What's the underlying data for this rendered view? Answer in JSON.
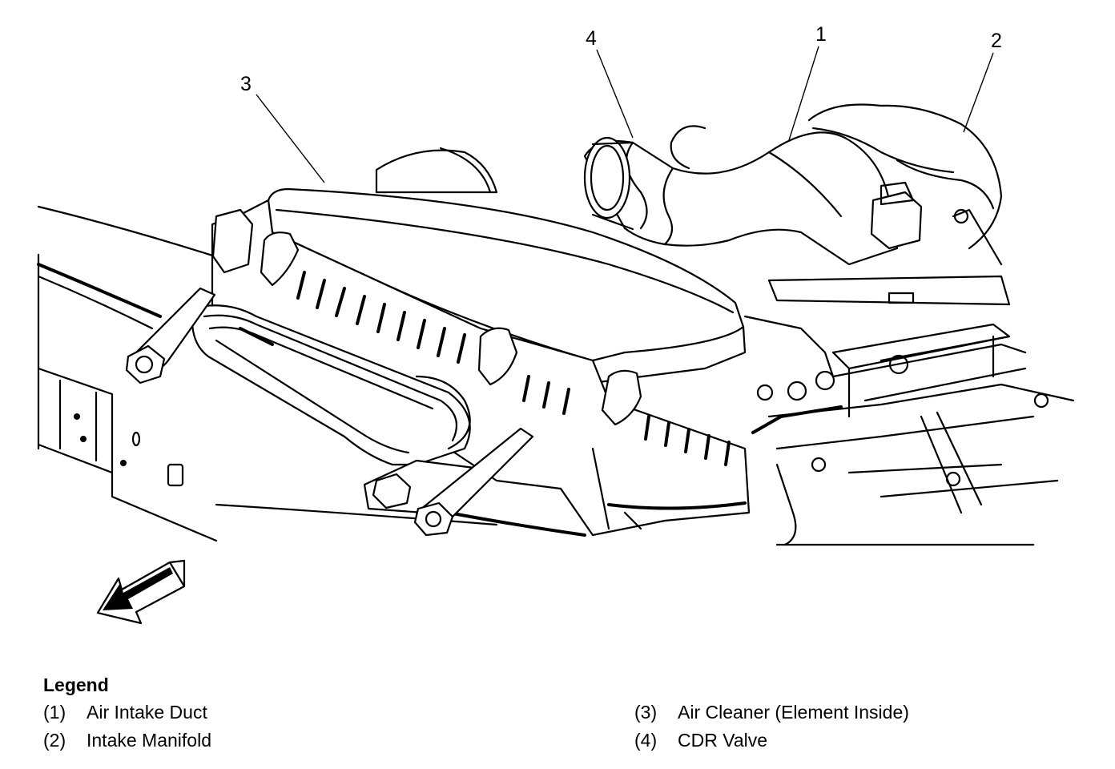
{
  "callouts": [
    {
      "id": "1",
      "text": "1"
    },
    {
      "id": "2",
      "text": "2"
    },
    {
      "id": "3",
      "text": "3"
    },
    {
      "id": "4",
      "text": "4"
    }
  ],
  "legend": {
    "title": "Legend",
    "items": [
      {
        "num": "(1)",
        "label": "Air Intake Duct"
      },
      {
        "num": "(2)",
        "label": "Intake Manifold"
      },
      {
        "num": "(3)",
        "label": "Air Cleaner (Element Inside)"
      },
      {
        "num": "(4)",
        "label": "CDR Valve"
      }
    ]
  }
}
